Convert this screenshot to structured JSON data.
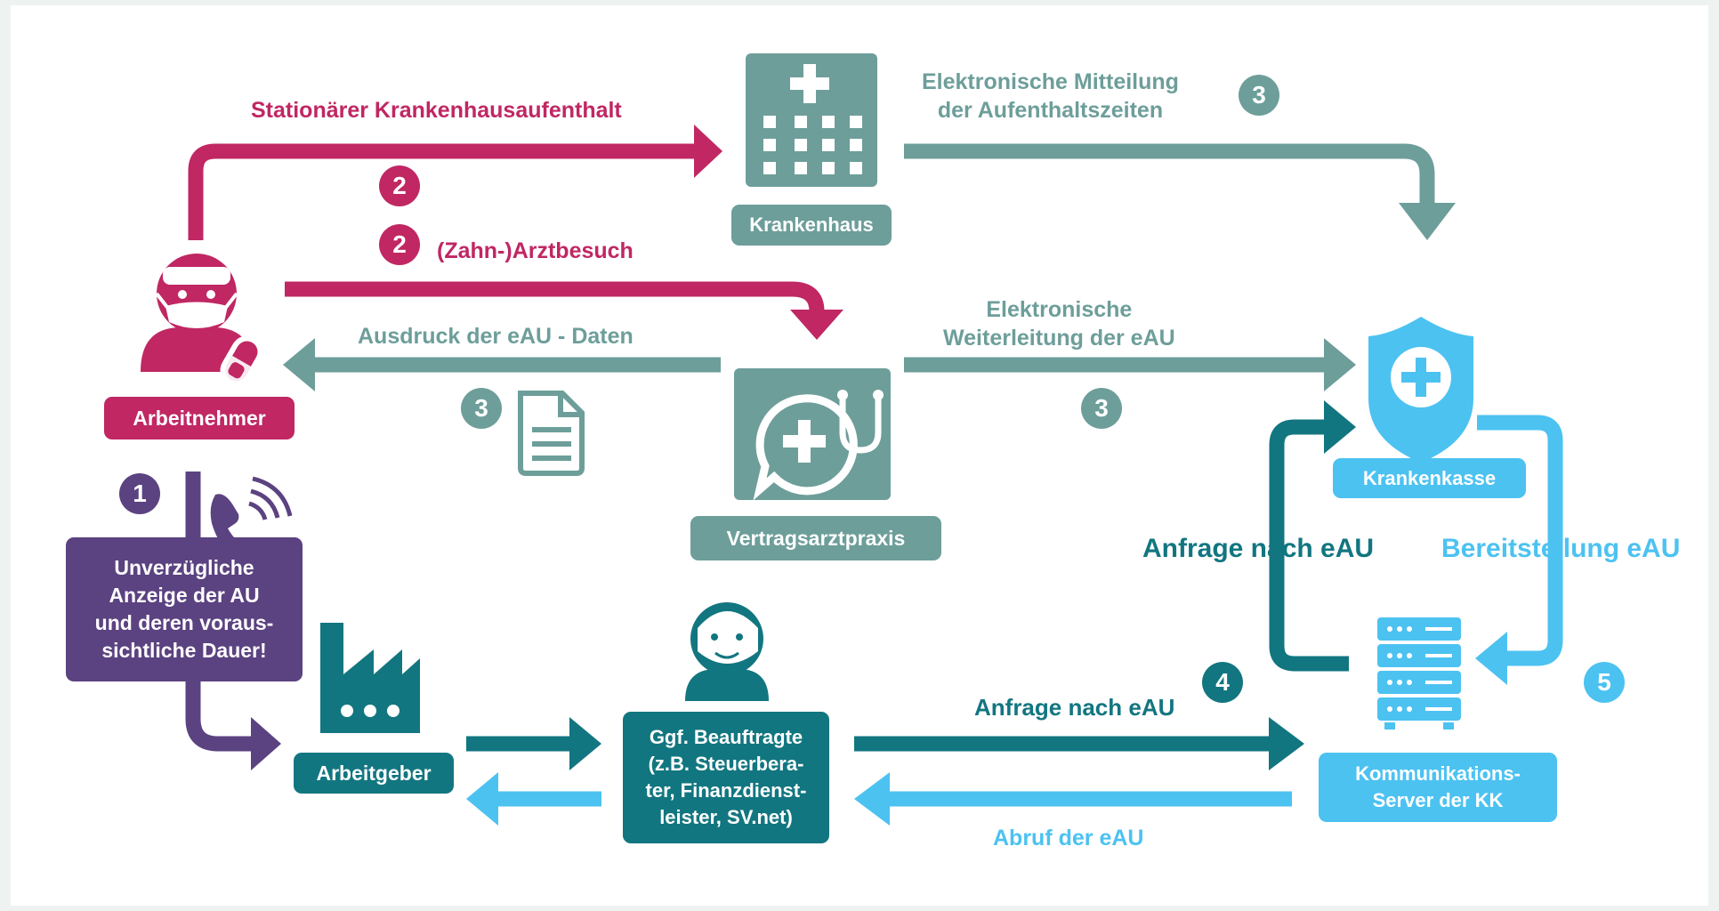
{
  "colors": {
    "magenta": "#c02763",
    "teal": "#6d9e9a",
    "darkteal": "#127680",
    "lightblue": "#4cc2f1",
    "purple": "#5b4280"
  },
  "nodes": {
    "arbeitnehmer": "Arbeitnehmer",
    "krankenhaus": "Krankenhaus",
    "vertragsarztpraxis": "Vertragsarztpraxis",
    "krankenkasse": "Krankenkasse",
    "arbeitgeber": "Arbeitgeber",
    "beauftragte": [
      "Ggf. Beauftragte",
      "(z.B. Steuerbera-",
      "ter, Finanzdienst-",
      "leister, SV.net)"
    ],
    "server": [
      "Kommunikations-",
      "Server der KK"
    ],
    "anzeige": [
      "Unverzügliche",
      "Anzeige der AU",
      "und deren voraus-",
      "sichtliche Dauer!"
    ]
  },
  "labels": {
    "stationaer": "Stationärer Krankenhausaufenthalt",
    "arztbesuch": "(Zahn-)Arztbesuch",
    "mitteilung": [
      "Elektronische Mitteilung",
      "der Aufenthaltszeiten"
    ],
    "ausdruck": "Ausdruck der eAU - Daten",
    "weiterleitung": [
      "Elektronische",
      "Weiterleitung der eAU"
    ],
    "anfrage_kk": "Anfrage nach eAU",
    "bereitstellung": "Bereitstellung eAU",
    "anfrage_server": "Anfrage nach eAU",
    "abruf": "Abruf der eAU"
  },
  "badges": {
    "b1": "1",
    "b2a": "2",
    "b2b": "2",
    "b3a": "3",
    "b3b": "3",
    "b3c": "3",
    "b4": "4",
    "b5": "5"
  },
  "icons": {
    "worker": "masked-worker-with-pill-icon",
    "hospital": "hospital-building-icon",
    "doctor": "doctor-stethoscope-icon",
    "insurance": "shield-cross-icon",
    "server": "server-rack-icon",
    "factory": "factory-icon",
    "person": "person-icon",
    "document": "document-icon",
    "phone": "phone-icon"
  }
}
